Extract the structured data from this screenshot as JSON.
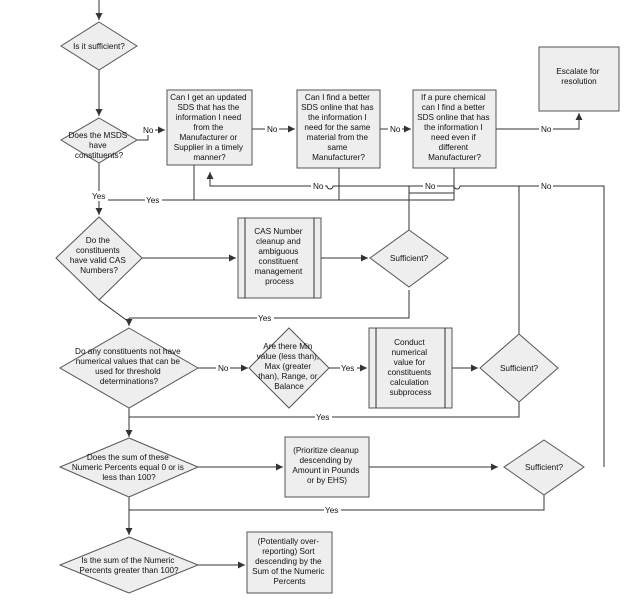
{
  "nodes": {
    "d_sufficient_top": "Is it sufficient?",
    "d_msds_constituents": "Does the MSDS have constituents?",
    "p_updated_sds": "Can I get an updated SDS that has the information I need from the Manufacturer or Supplier in a timely manner?",
    "p_better_sds_online": "Can I find a better SDS online that has the information I need for the same material from the same Manufacturer?",
    "p_pure_chemical": "If a pure chemical can I find a better SDS online that has the information I need even if different Manufacturer?",
    "p_escalate": "Escalate for resolution",
    "d_valid_cas": "Do the constituents have valid CAS Numbers?",
    "p_cas_cleanup": "CAS Number cleanup and ambiguous constituent management process",
    "d_sufficient_cas": "Sufficient?",
    "d_numerical_values": "Do any constituents not have numerical values that can be used for threshold determinations?",
    "d_min_max": "Are there Min value (less than), Max (greater than), Range, or Balance",
    "p_numerical_subprocess": "Conduct numerical value for constituents calculation subprocess",
    "d_sufficient_num": "Sufficient?",
    "d_sum_equal": "Does the sum of these Numeric Percents equal 0 or is less than 100?",
    "p_prioritize": "(Prioritize cleanup descending by Amount in Pounds or by EHS)",
    "d_sufficient_sum": "Sufficient?",
    "d_sum_greater": "Is the sum of the Numeric Percents greater than 100?",
    "p_over_reporting": "(Potentially over-reporting) Sort descending by the Sum of the Numeric Percents"
  },
  "edge_labels": {
    "no": "No",
    "yes": "Yes"
  }
}
